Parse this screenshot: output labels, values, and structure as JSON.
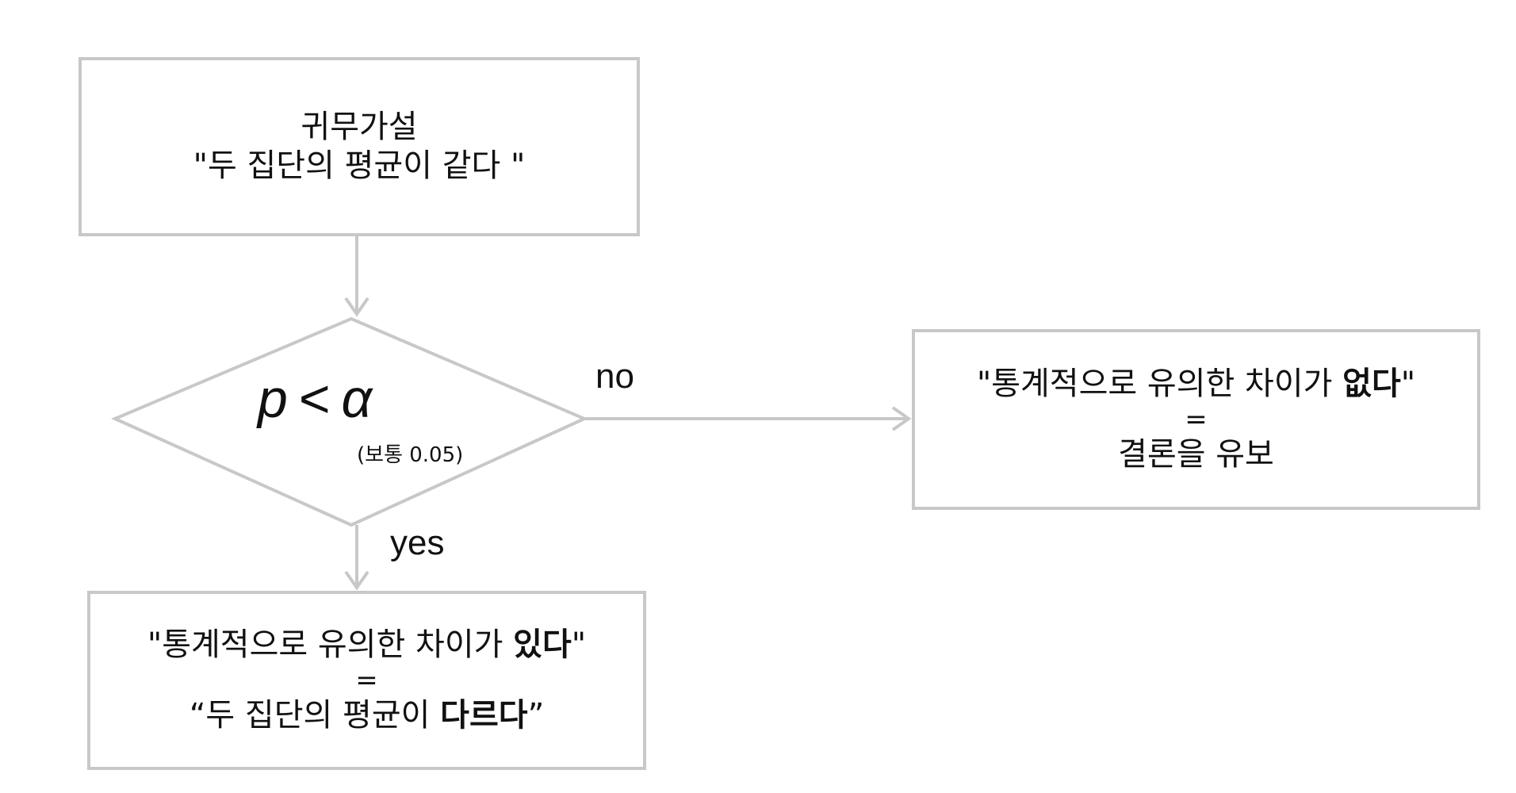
{
  "hypothesis": {
    "title": "귀무가설",
    "statement": "\"두 집단의 평균이 같다 \""
  },
  "condition": {
    "variable": "p",
    "operator": "<",
    "threshold": "α",
    "note": "(보통 0.05)"
  },
  "branches": {
    "no_label": "no",
    "yes_label": "yes"
  },
  "no_result": {
    "prefix": "\"통계적으로 유의한 차이가 ",
    "emphasis": "없다",
    "suffix": "\"",
    "equals": "=",
    "conclusion": "결론을 유보"
  },
  "yes_result": {
    "prefix": "\"통계적으로 유의한 차이가 ",
    "emphasis": "있다",
    "suffix": "\"",
    "equals": "=",
    "conclusion_prefix": "“두 집단의 평균이 ",
    "conclusion_emphasis": "다르다",
    "conclusion_suffix": "”"
  },
  "colors": {
    "stroke": "#c8c8c8",
    "text": "#111111",
    "background": "#ffffff"
  }
}
